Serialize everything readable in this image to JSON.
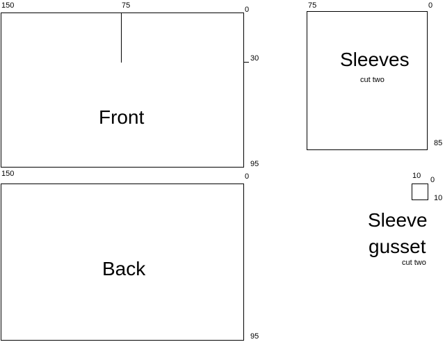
{
  "front": {
    "title": "Front",
    "top_left": "150",
    "top_mid": "75",
    "top_right": "0",
    "right_mid": "30",
    "right_bottom": "95"
  },
  "back": {
    "title": "Back",
    "top_left": "150",
    "top_right": "0",
    "right_bottom": "95"
  },
  "sleeves": {
    "title": "Sleeves",
    "subtitle": "cut two",
    "top_left": "75",
    "top_right": "0",
    "right_bottom": "85"
  },
  "gusset": {
    "title_line1": "Sleeve",
    "title_line2": "gusset",
    "subtitle": "cut two",
    "top_left": "10",
    "top_right": "0",
    "right_bottom": "10"
  }
}
